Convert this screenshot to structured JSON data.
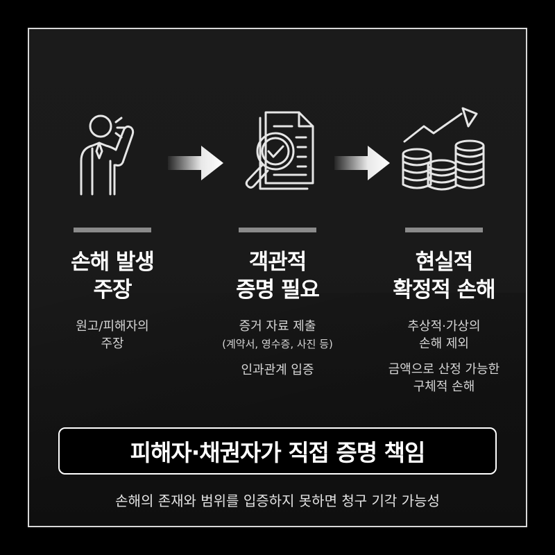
{
  "steps": [
    {
      "icon": "person-speaking-icon",
      "title": [
        "손해 발생",
        "주장"
      ],
      "desc": [
        "원고/피해자의",
        "주장"
      ]
    },
    {
      "icon": "document-magnifier-icon",
      "title": [
        "객관적",
        "증명 필요"
      ],
      "desc": [
        "증거 자료 제출",
        "(계약서, 영수증, 사진 등)",
        "인과관계 입증"
      ]
    },
    {
      "icon": "coin-stacks-growth-icon",
      "title": [
        "현실적",
        "확정적 손해"
      ],
      "desc": [
        "추상적·가상의",
        "손해 제외",
        "금액으로 산정 가능한",
        "구체적 손해"
      ]
    }
  ],
  "banner": "피해자·채권자가 직접 증명 책임",
  "footer": "손해의 존재와 범위를 입증하지 못하면 청구 기각 가능성",
  "colors": {
    "background": "#000000",
    "panel": "#1a1a1a",
    "border": "#d9d9d9",
    "divider": "#8a8a8a",
    "text": "#ffffff"
  }
}
